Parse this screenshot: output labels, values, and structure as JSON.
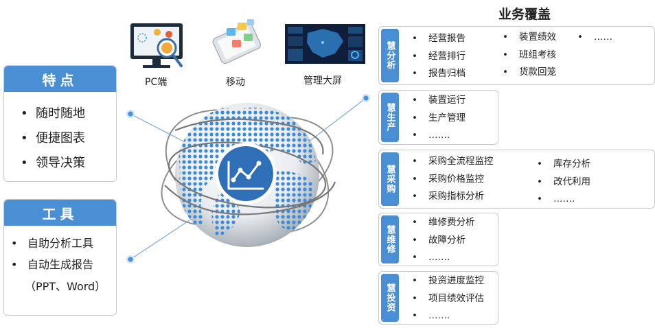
{
  "features": {
    "title": "特点",
    "items": [
      "随时随地",
      "便捷图表",
      "领导决策"
    ]
  },
  "tools": {
    "title": "工具",
    "items": [
      "自助分析工具",
      "自动生成报告"
    ],
    "sub": "（PPT、Word）"
  },
  "platforms": {
    "pc": "PC端",
    "mobile": "移动",
    "bigscreen": "管理大屏"
  },
  "coverage": {
    "title": "业务覆盖",
    "categories": [
      {
        "label": "慧分析",
        "col1": [
          "经营报告",
          "经营排行",
          "报告归档"
        ],
        "col2": [
          "装置绩效",
          "班组考核",
          "货款回笼"
        ],
        "col3": [
          "……"
        ]
      },
      {
        "label": "慧生产",
        "col1": [
          "装置运行",
          "生产管理",
          "……."
        ]
      },
      {
        "label": "慧采购",
        "col1": [
          "采购全流程监控",
          "采购价格监控",
          "采购指标分析"
        ],
        "col2": [
          "库存分析",
          "改代利用",
          "……."
        ]
      },
      {
        "label": "慧维修",
        "col1": [
          "维修费分析",
          "故障分析",
          "……."
        ]
      },
      {
        "label": "慧投资",
        "col1": [
          "投资进度监控",
          "项目绩效评估",
          "……."
        ]
      }
    ]
  },
  "colors": {
    "accent": "#4a8fd3",
    "globe_dots": "#3b8bd6",
    "center": "#2e6fb7"
  },
  "icons": {
    "center": "line-chart-icon",
    "pc": "monitor-icon",
    "mobile": "phone-icon",
    "bigscreen": "dashboard-screen-icon"
  }
}
